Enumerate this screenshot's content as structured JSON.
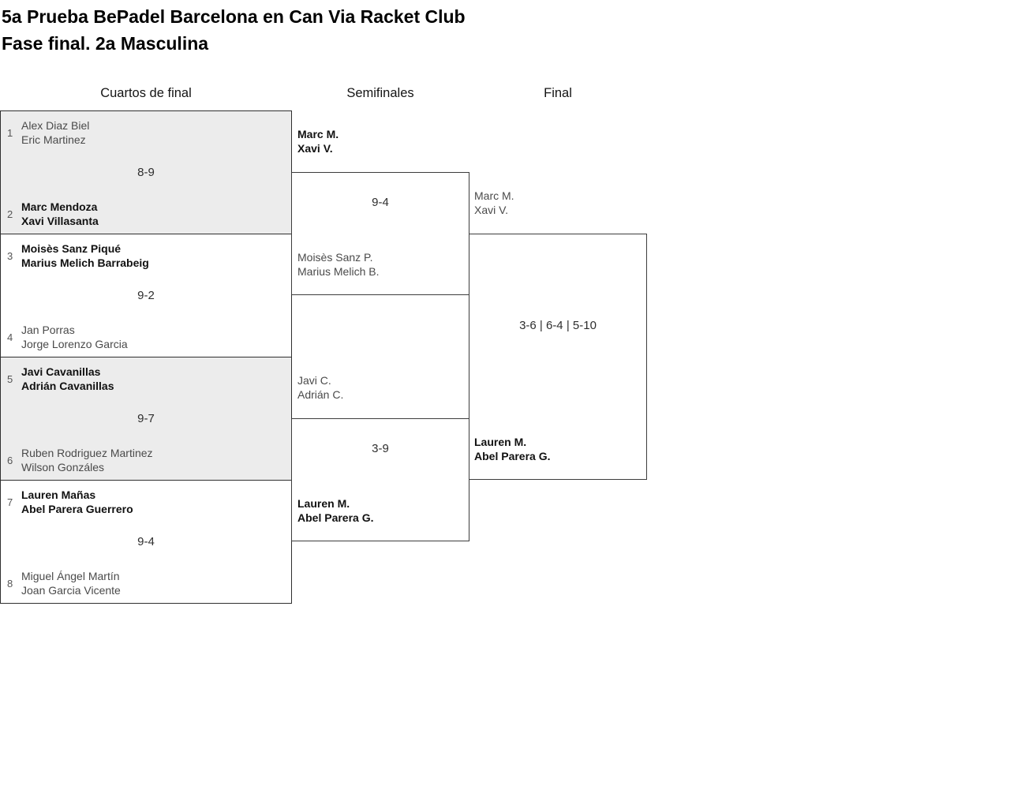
{
  "page": {
    "title": "5a Prueba BePadel Barcelona en Can Via Racket Club",
    "subtitle": "Fase final. 2a Masculina"
  },
  "rounds": [
    {
      "label": "Cuartos de final"
    },
    {
      "label": "Semifinales"
    },
    {
      "label": "Final"
    }
  ],
  "quarterfinals": [
    {
      "seed_top": "1",
      "team_top": [
        "Alex Diaz Biel",
        "Eric Martinez"
      ],
      "score": "8-9",
      "seed_bottom": "2",
      "team_bottom": [
        "Marc Mendoza",
        "Xavi Villasanta"
      ],
      "winner": "bottom"
    },
    {
      "seed_top": "3",
      "team_top": [
        "Moisès Sanz Piqué",
        "Marius Melich Barrabeig"
      ],
      "score": "9-2",
      "seed_bottom": "4",
      "team_bottom": [
        "Jan Porras",
        "Jorge Lorenzo Garcia"
      ],
      "winner": "top"
    },
    {
      "seed_top": "5",
      "team_top": [
        "Javi Cavanillas",
        "Adrián Cavanillas"
      ],
      "score": "9-7",
      "seed_bottom": "6",
      "team_bottom": [
        "Ruben Rodriguez Martinez",
        "Wilson Gonzáles"
      ],
      "winner": "top"
    },
    {
      "seed_top": "7",
      "team_top": [
        "Lauren Mañas",
        "Abel Parera Guerrero"
      ],
      "score": "9-4",
      "seed_bottom": "8",
      "team_bottom": [
        "Miguel Ángel Martín",
        "Joan Garcia Vicente"
      ],
      "winner": "top"
    }
  ],
  "semifinals": [
    {
      "team_top": [
        "Marc M.",
        "Xavi V."
      ],
      "score": "9-4",
      "team_bottom": [
        "Moisès Sanz P.",
        "Marius Melich B."
      ],
      "winner": "top"
    },
    {
      "team_top": [
        "Javi C.",
        "Adrián C."
      ],
      "score": "3-9",
      "team_bottom": [
        "Lauren M.",
        "Abel Parera G."
      ],
      "winner": "bottom"
    }
  ],
  "final": {
    "team_top": [
      "Marc M.",
      "Xavi V."
    ],
    "score": "3-6 | 6-4 | 5-10",
    "team_bottom": [
      "Lauren M.",
      "Abel Parera G."
    ],
    "winner": "bottom"
  },
  "colors": {
    "shaded_match_bg": "#ececec",
    "border": "#333333",
    "winner_text": "#111111",
    "loser_text": "#4a4a4a",
    "seed_text": "#555555"
  }
}
